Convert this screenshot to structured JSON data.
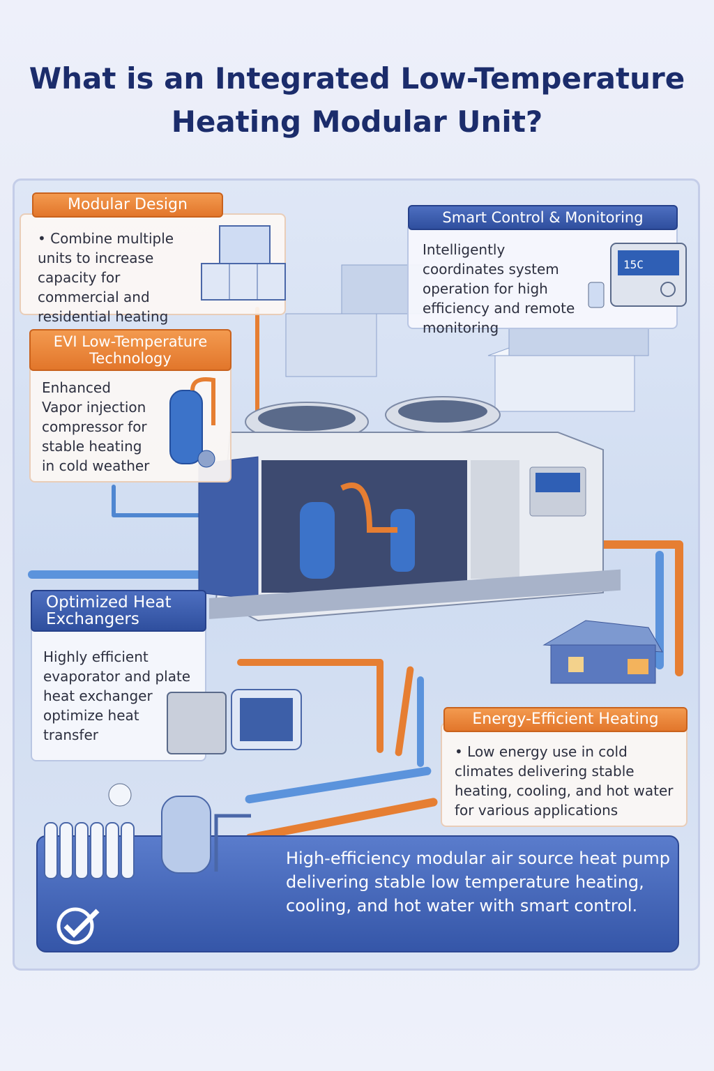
{
  "title": "What is an Integrated Low-Temperature Heating Modular Unit?",
  "sections": {
    "modular": {
      "heading": "Modular Design",
      "text": "• Combine multiple units to increase capacity for commercial and residential heating"
    },
    "smart": {
      "heading": "Smart Control & Monitoring",
      "text": "Intelligently coordinates system operation for high efficiency and remote monitoring"
    },
    "evi": {
      "heading": "EVI Low-Temperature Technology",
      "text": "Enhanced Vapor injection compressor for stable heating in cold weather"
    },
    "exchangers": {
      "heading": "Optimized Heat Exchangers",
      "text": "Highly efficient evaporator and plate heat exchanger optimize heat transfer"
    },
    "energy": {
      "heading": "Energy-Efficient Heating",
      "text": "• Low energy use in cold climates delivering stable heating, cooling, and hot water for various applications"
    }
  },
  "footer": {
    "text": "High-efficiency modular air source heat pump delivering stable low temperature heating, cooling, and hot water with smart control."
  },
  "colors": {
    "orange": "#e67e32",
    "blue": "#2f4f9e",
    "title": "#1b2c6b"
  },
  "icons": [
    "modular-units-icon",
    "control-panel-icon",
    "compressor-icon",
    "heat-exchanger-icon",
    "radiator-icon",
    "check-icon",
    "house-icon",
    "heat-pump-unit"
  ]
}
